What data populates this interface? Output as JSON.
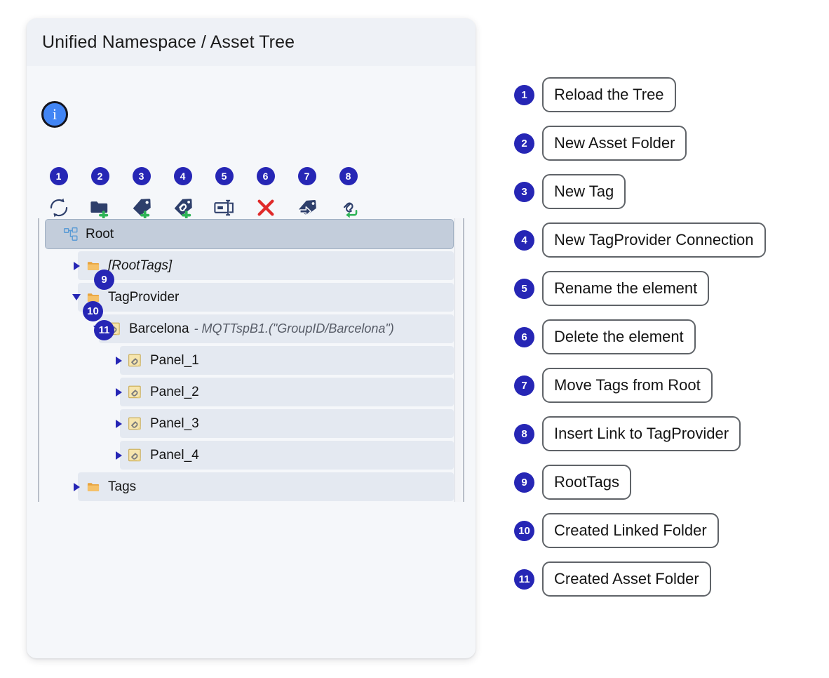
{
  "card": {
    "title": "Unified Namespace / Asset Tree",
    "info_button": {
      "name": "info-button",
      "glyph": "i",
      "color": "#4285f4"
    }
  },
  "toolbar": {
    "accent_color": "#2626b5",
    "items": [
      {
        "num": "1",
        "icon": "reload-icon",
        "tip": "Reload the Tree"
      },
      {
        "num": "2",
        "icon": "folder-plus-icon",
        "tip": "New Asset Folder"
      },
      {
        "num": "3",
        "icon": "tag-plus-icon",
        "tip": "New Tag"
      },
      {
        "num": "4",
        "icon": "link-tag-plus-icon",
        "tip": "New TagProvider Connection"
      },
      {
        "num": "5",
        "icon": "rename-icon",
        "tip": "Rename the element"
      },
      {
        "num": "6",
        "icon": "delete-x-icon",
        "tip": "Delete the element"
      },
      {
        "num": "7",
        "icon": "move-tag-arrow-icon",
        "tip": "Move Tags from Root"
      },
      {
        "num": "8",
        "icon": "insert-link-icon",
        "tip": "Insert Link to TagProvider"
      }
    ]
  },
  "tree": {
    "rows": [
      {
        "label": "Root",
        "sub": "",
        "icon": "sitemap-icon",
        "indent": 0,
        "twisty": "none",
        "selected": true,
        "italic": false,
        "badge": ""
      },
      {
        "label": "[RootTags]",
        "sub": "",
        "icon": "folder-icon",
        "indent": 1,
        "twisty": "right",
        "selected": false,
        "italic": true,
        "badge": "9"
      },
      {
        "label": "TagProvider",
        "sub": "",
        "icon": "folder-icon",
        "indent": 1,
        "twisty": "down",
        "selected": false,
        "italic": false,
        "badge": "10"
      },
      {
        "label": "Barcelona",
        "sub": "- MQTTspB1.(\"GroupID/Barcelona\")",
        "icon": "link-folder-icon",
        "indent": 2,
        "twisty": "down",
        "selected": false,
        "italic": false,
        "badge": "11"
      },
      {
        "label": "Panel_1",
        "sub": "",
        "icon": "link-folder-icon",
        "indent": 3,
        "twisty": "right",
        "selected": false,
        "italic": false,
        "badge": ""
      },
      {
        "label": "Panel_2",
        "sub": "",
        "icon": "link-folder-icon",
        "indent": 3,
        "twisty": "right",
        "selected": false,
        "italic": false,
        "badge": ""
      },
      {
        "label": "Panel_3",
        "sub": "",
        "icon": "link-folder-icon",
        "indent": 3,
        "twisty": "right",
        "selected": false,
        "italic": false,
        "badge": ""
      },
      {
        "label": "Panel_4",
        "sub": "",
        "icon": "link-folder-icon",
        "indent": 3,
        "twisty": "right",
        "selected": false,
        "italic": false,
        "badge": ""
      },
      {
        "label": "Tags",
        "sub": "",
        "icon": "folder-icon",
        "indent": 1,
        "twisty": "right",
        "selected": false,
        "italic": false,
        "badge": ""
      }
    ]
  },
  "legend": {
    "items": [
      {
        "num": "1",
        "label": "Reload the Tree"
      },
      {
        "num": "2",
        "label": "New Asset Folder"
      },
      {
        "num": "3",
        "label": "New Tag"
      },
      {
        "num": "4",
        "label": "New TagProvider Connection"
      },
      {
        "num": "5",
        "label": "Rename the element"
      },
      {
        "num": "6",
        "label": "Delete the element"
      },
      {
        "num": "7",
        "label": "Move Tags from Root"
      },
      {
        "num": "8",
        "label": "Insert Link to TagProvider"
      },
      {
        "num": "9",
        "label": "RootTags"
      },
      {
        "num": "10",
        "label": "Created Linked Folder"
      },
      {
        "num": "11",
        "label": "Created Asset Folder"
      }
    ]
  }
}
